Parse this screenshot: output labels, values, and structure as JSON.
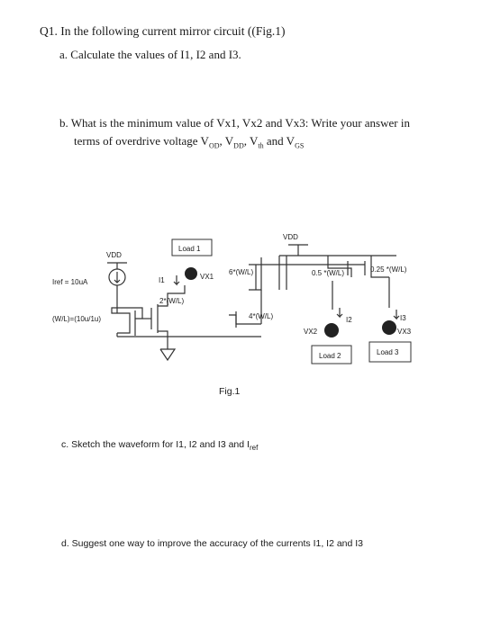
{
  "question": {
    "title": "Q1. In the following current mirror circuit ((Fig.1)",
    "part_a": "a.  Calculate the values of I1, I2 and I3.",
    "part_b_line1": "b.  What is the minimum value of Vx1, Vx2 and Vx3: Write your answer in",
    "part_b_line2_prefix": "terms of overdrive voltage V",
    "part_b_sub_od": "OD",
    "part_b_sep1": ", V",
    "part_b_sub_dd": "DD",
    "part_b_sep2": ", V",
    "part_b_sub_th": "th",
    "part_b_sep3": " and V",
    "part_b_sub_gs": "GS",
    "part_c_prefix": "c.   Sketch the waveform for I1, I2 and I3 and I",
    "part_c_sub": "ref",
    "part_d": "d.   Suggest one way to improve the accuracy of the currents I1, I2 and I3"
  },
  "figure": {
    "caption": "Fig.1",
    "labels": {
      "vdd_left": "VDD",
      "vdd_right": "VDD",
      "iref": "Iref = 10uA",
      "wl_ref": "(W/L)=(10u/1u)",
      "i1": "I1",
      "wl_m1": "2*(W/L)",
      "vx1": "VX1",
      "wl_m6": "6*(W/L)",
      "wl_m4": "4*(W/L)",
      "wl_m05": "0.5 *(W/L)",
      "wl_m025": "0.25 *(W/L)",
      "i2": "I2",
      "i3": "I3",
      "vx2": "VX2",
      "vx3": "VX3",
      "load1": "Load 1",
      "load2": "Load 2",
      "load3": "Load 3"
    }
  }
}
